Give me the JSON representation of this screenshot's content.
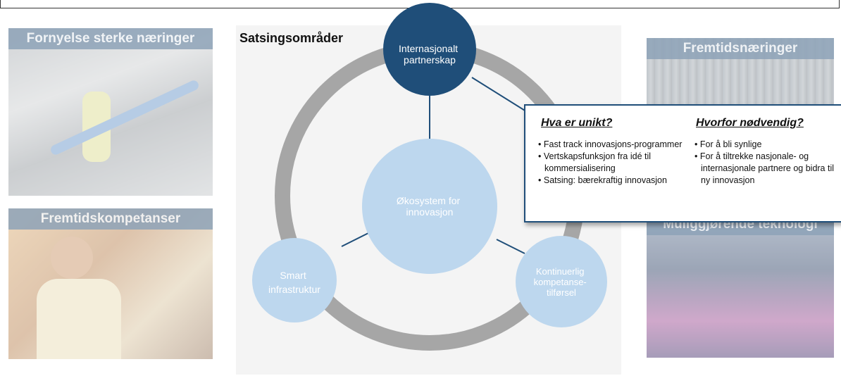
{
  "left_panels": {
    "top_title": "Fornyelse sterke næringer",
    "bottom_title": "Fremtidskompetanser"
  },
  "right_panels": {
    "top_title": "Fremtidsnæringer",
    "bottom_title": "Muliggjørende teknologi"
  },
  "diagram": {
    "heading": "Satsingsområder",
    "center_node": [
      "Økosystem for",
      "innovasjon"
    ],
    "top_node": [
      "Internasjonalt",
      "partnerskap"
    ],
    "left_node": [
      "Smart",
      "infrastruktur"
    ],
    "right_node": [
      "Kontinuerlig",
      "kompetanse-",
      "tilførsel"
    ]
  },
  "callout": {
    "left_heading": "Hva er unikt?",
    "left_items": [
      "Fast track innovasjons-programmer",
      "Vertskapsfunksjon fra idé til kommersialisering",
      "Satsing: bærekraftig innovasjon"
    ],
    "right_heading": "Hvorfor nødvendig?",
    "right_items": [
      "For å bli synlige",
      "For å tiltrekke nasjonale- og internasjonale partnere og bidra til ny innovasjon"
    ]
  },
  "colors": {
    "dark_node": "#1f4e79",
    "light_node": "#bdd7ee",
    "ring": "#a6a6a6"
  }
}
